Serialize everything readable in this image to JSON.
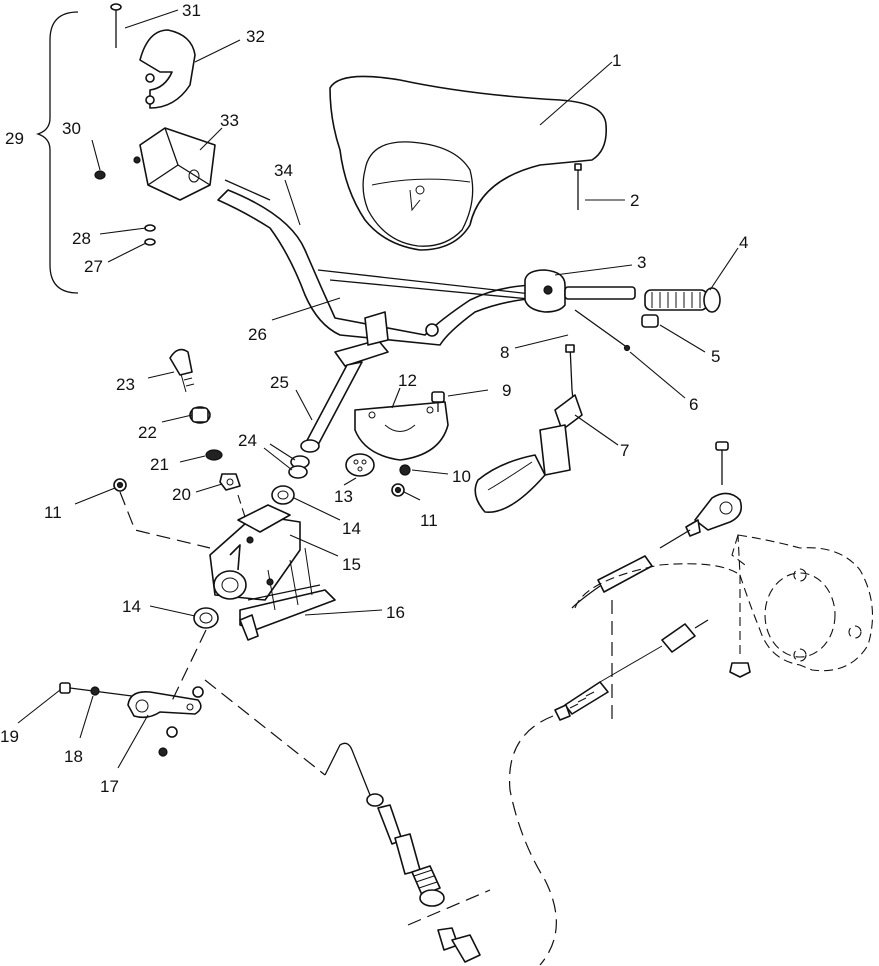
{
  "callouts": [
    {
      "label": "1"
    },
    {
      "label": "2"
    },
    {
      "label": "3"
    },
    {
      "label": "4"
    },
    {
      "label": "5"
    },
    {
      "label": "6"
    },
    {
      "label": "7"
    },
    {
      "label": "8"
    },
    {
      "label": "9"
    },
    {
      "label": "10"
    },
    {
      "label": "11"
    },
    {
      "label": "12"
    },
    {
      "label": "13"
    },
    {
      "label": "14"
    },
    {
      "label": "15"
    },
    {
      "label": "16"
    },
    {
      "label": "17"
    },
    {
      "label": "18"
    },
    {
      "label": "19"
    },
    {
      "label": "20"
    },
    {
      "label": "21"
    },
    {
      "label": "22"
    },
    {
      "label": "23"
    },
    {
      "label": "24"
    },
    {
      "label": "25"
    },
    {
      "label": "26"
    },
    {
      "label": "27"
    },
    {
      "label": "28"
    },
    {
      "label": "29"
    },
    {
      "label": "30"
    },
    {
      "label": "31"
    },
    {
      "label": "32"
    },
    {
      "label": "33"
    },
    {
      "label": "34"
    },
    {
      "label": "11"
    },
    {
      "label": "14"
    }
  ]
}
